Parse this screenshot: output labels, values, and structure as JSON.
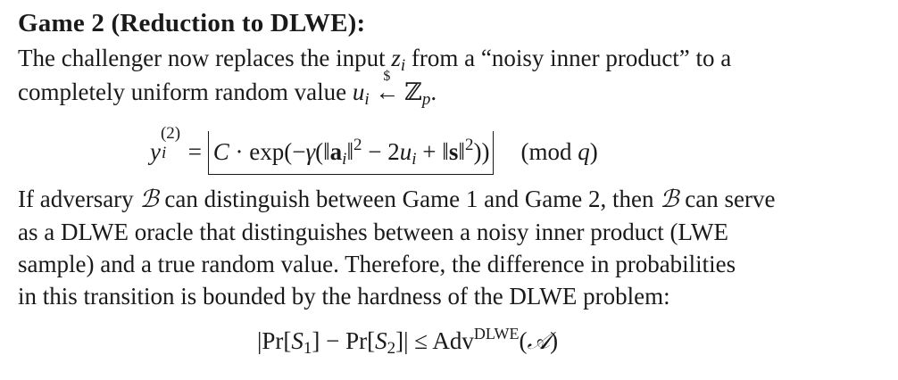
{
  "heading": "Game 2 (Reduction to DLWE):",
  "intro": {
    "line1_a": "The challenger now replaces the input ",
    "var_z": "z",
    "sub_i": "i",
    "line1_b": " from a “noisy inner product” to a",
    "line2_a": "completely uniform random value ",
    "var_u": "u",
    "sample_symbol": "$",
    "arrow": "←",
    "Zp": "ℤ",
    "sub_p": "p",
    "period": "."
  },
  "equation1": {
    "lhs_var": "y",
    "lhs_sup": "(2)",
    "lhs_sub": "i",
    "equals": " = ",
    "C": "C",
    "dot_exp": " · exp(−",
    "gamma": "γ",
    "norm_open": "(‖",
    "a_vec": "a",
    "a_sub": "i",
    "norm_close": "‖",
    "sq1": "2",
    "minus_2": " − 2",
    "u": "u",
    "u_sub": "i",
    "plus_norm": " + ‖",
    "s_vec": "s",
    "norm_close2": "‖",
    "sq2": "2",
    "close": "))",
    "mod_text": "(mod ",
    "q": "q",
    "mod_close": ")"
  },
  "body": {
    "line1_a": "If adversary ",
    "B1": "ℬ",
    "line1_b": " can distinguish between Game 1 and Game 2, then ",
    "B2": "ℬ",
    "line1_c": " can serve",
    "line2": "as a DLWE oracle that distinguishes between a noisy inner product (LWE",
    "line3": "sample) and a true random value. Therefore, the difference in probabilities",
    "line4": "in this transition is bounded by the hardness of the DLWE problem:"
  },
  "equation2": {
    "open": "|Pr[",
    "S1": "S",
    "S1_sub": "1",
    "mid": "] − Pr[",
    "S2": "S",
    "S2_sub": "2",
    "close": "]| ≤ Adv",
    "sup": "DLWE",
    "arg_open": "(",
    "A": "𝒜",
    "arg_close": ")"
  }
}
